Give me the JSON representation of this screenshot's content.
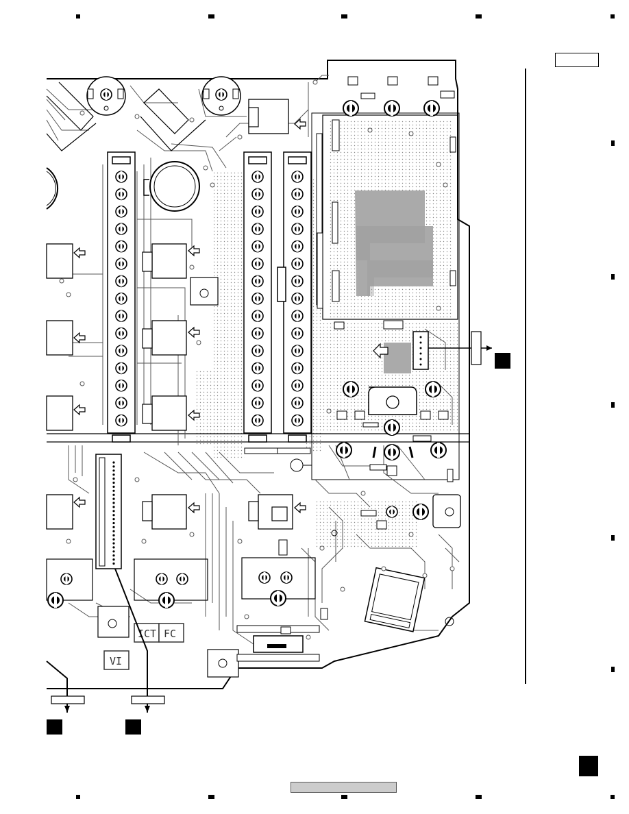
{
  "silk_labels": {
    "ict": "ICT",
    "fc": "FC",
    "vi": "VI"
  },
  "colors": {
    "trace": "#555555",
    "ground_fill": "#aaaaaa",
    "outline": "#000000",
    "footer_bar": "#cccccc"
  }
}
